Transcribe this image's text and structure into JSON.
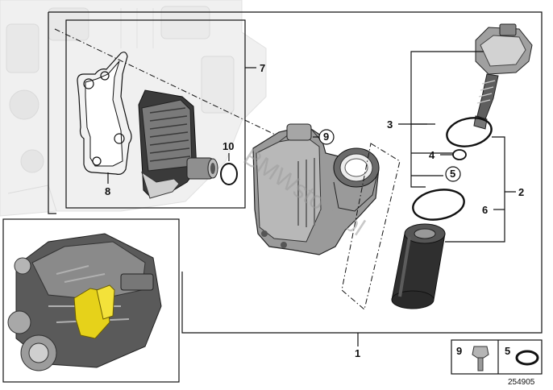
{
  "callouts": {
    "c1": "1",
    "c2": "2",
    "c3": "3",
    "c4": "4",
    "c5": "5",
    "c6": "6",
    "c7": "7",
    "c8": "8",
    "c9": "9",
    "c10": "10"
  },
  "legend": {
    "item_a": "9",
    "item_b": "5"
  },
  "watermark": "BMWstore.pl",
  "diagram_number": "254905"
}
